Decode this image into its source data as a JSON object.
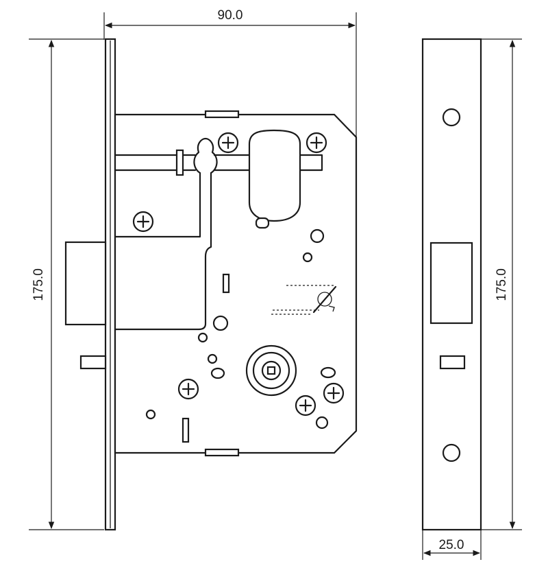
{
  "dimensions": {
    "top_width": "90.0",
    "left_height": "175.0",
    "right_height": "175.0",
    "bottom_width": "25.0"
  },
  "colors": {
    "line": "#1a1a1a",
    "background": "#ffffff"
  }
}
